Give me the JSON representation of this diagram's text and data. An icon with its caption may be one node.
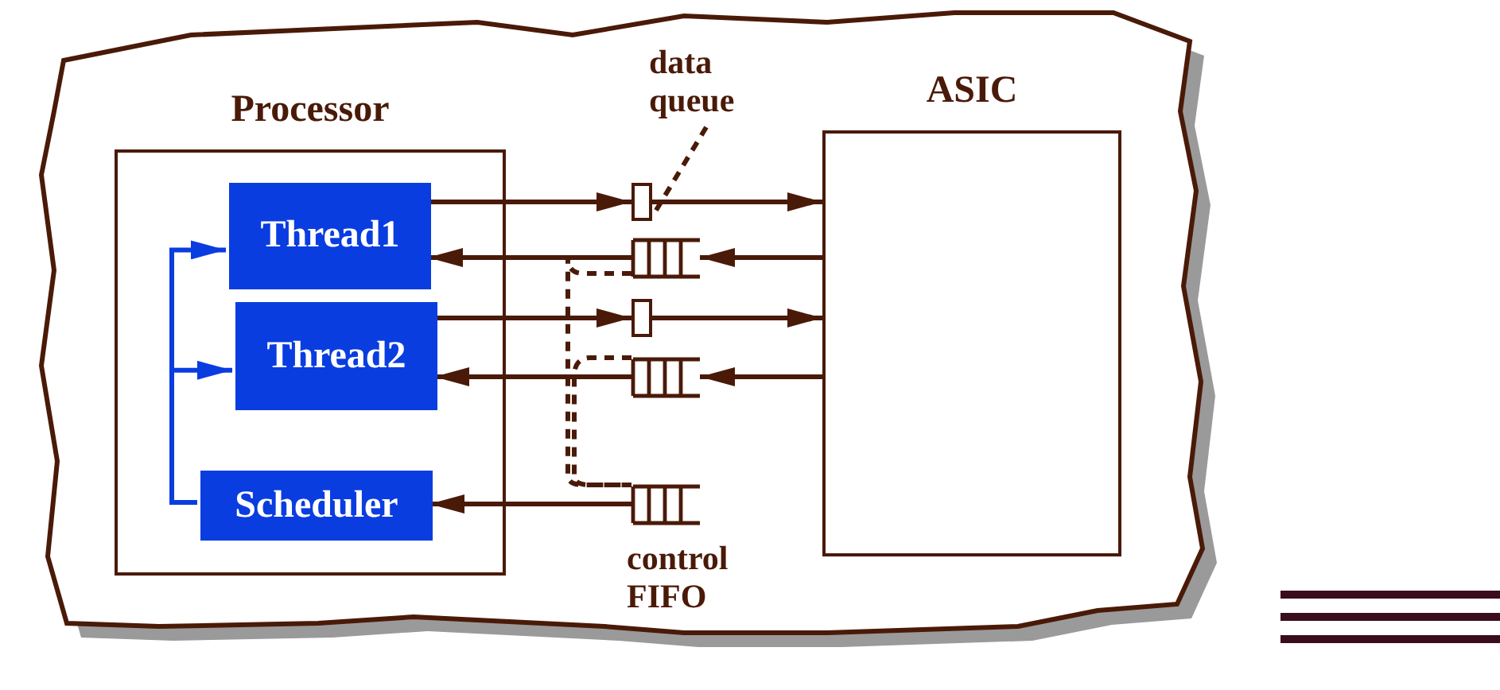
{
  "diagram": {
    "nodes": [
      {
        "text": [
          "Processor"
        ]
      },
      {
        "text": [
          "Thread1"
        ],
        "in": 0
      },
      {
        "text": [
          "Thread2"
        ],
        "in": 0
      },
      {
        "text": [
          "Scheduler"
        ],
        "in": 0
      },
      {
        "text": [
          "ASIC"
        ]
      },
      {
        "text": [],
        "shape": "box"
      },
      {
        "text": [],
        "shape": "queue"
      },
      {
        "text": [],
        "shape": "box"
      },
      {
        "text": [],
        "shape": "queue"
      },
      {
        "text": [],
        "shape": "queue",
        "beside": [
          "control FIFO"
        ]
      },
      {
        "text": [
          "data queue"
        ]
      }
    ],
    "edges": [
      {
        "from": 1,
        "to": 5,
        "arrow": "to"
      },
      {
        "from": 5,
        "to": 4,
        "arrow": "to"
      },
      {
        "from": 4,
        "to": 6,
        "arrow": "to"
      },
      {
        "from": 6,
        "to": 1,
        "arrow": "to"
      },
      {
        "from": 2,
        "to": 7,
        "arrow": "to"
      },
      {
        "from": 7,
        "to": 4,
        "arrow": "to"
      },
      {
        "from": 4,
        "to": 8,
        "arrow": "to"
      },
      {
        "from": 8,
        "to": 2,
        "arrow": "to"
      },
      {
        "from": 9,
        "to": 3,
        "arrow": "to"
      },
      {
        "from": 3,
        "to": 1,
        "arrow": "to",
        "color": "#0a3de0"
      },
      {
        "from": 3,
        "to": 2,
        "arrow": "to",
        "color": "#0a3de0"
      },
      {
        "from": 6,
        "to": 9,
        "arrow": "none",
        "style": "dashed"
      },
      {
        "from": 8,
        "to": 9,
        "arrow": "none",
        "style": "dashed"
      },
      {
        "from": 10,
        "to": 5,
        "arrow": "none",
        "style": "dashed"
      }
    ]
  }
}
